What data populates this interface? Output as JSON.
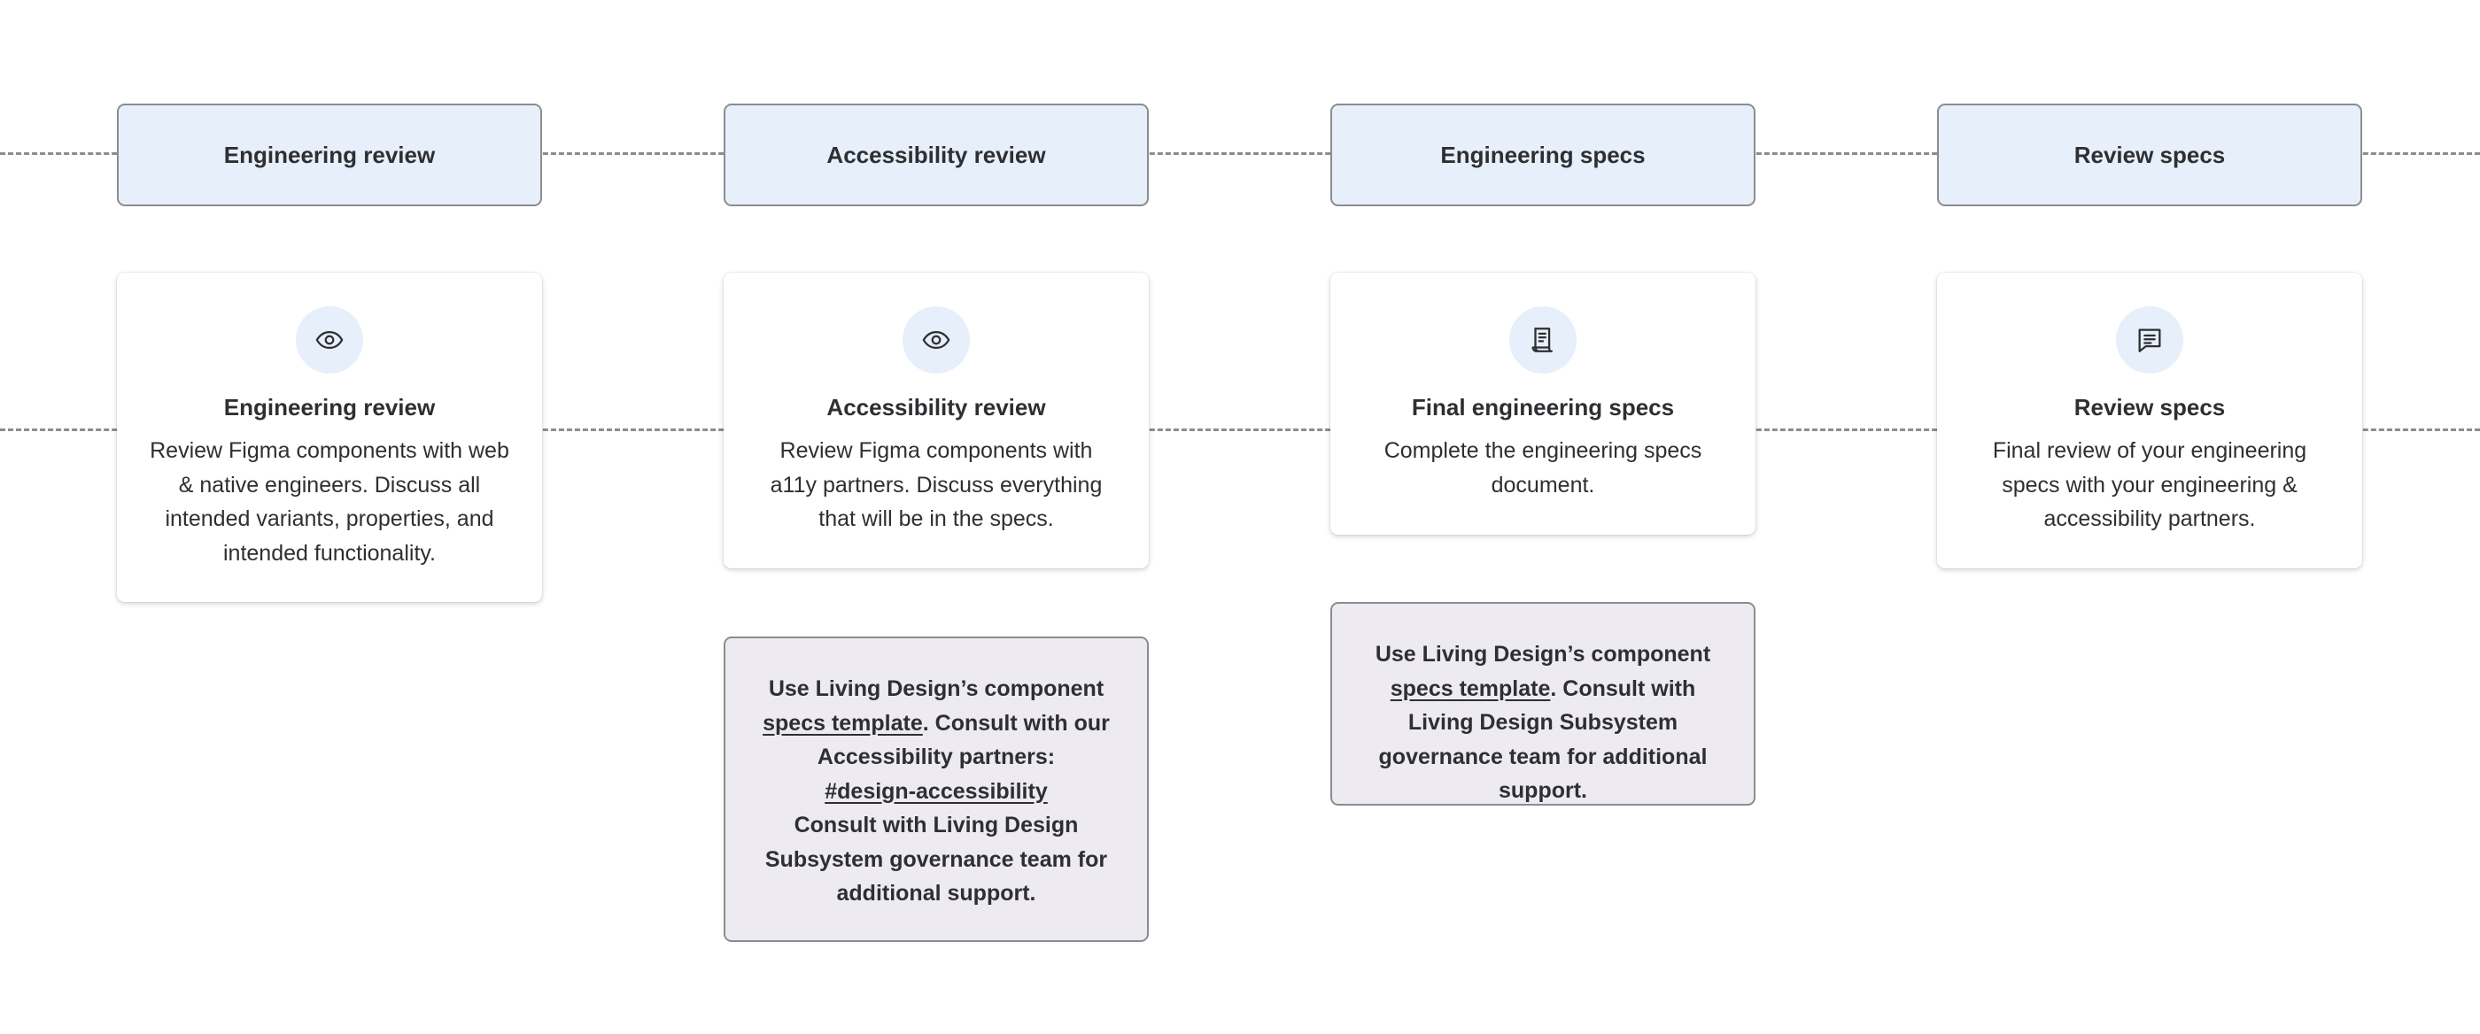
{
  "phases": [
    {
      "header": "Engineering review",
      "icon": "eye-icon",
      "title": "Engineering review",
      "body": "Review Figma components with web & native engineers. Discuss all intended variants, properties, and intended functionality."
    },
    {
      "header": "Accessibility review",
      "icon": "eye-icon",
      "title": "Accessibility review",
      "body": "Review Figma components with a11y partners. Discuss everything that will be in the specs."
    },
    {
      "header": "Engineering specs",
      "icon": "document-icon",
      "title": "Final engineering specs",
      "body": "Complete the engineering specs document."
    },
    {
      "header": "Review specs",
      "icon": "comment-icon",
      "title": "Review specs",
      "body": "Final review of your engineering specs with your engineering & accessibility partners."
    }
  ],
  "notes": {
    "accessibility": {
      "text1": "Use Living Design’s component ",
      "link1": "specs template",
      "text2": ". Consult with our Accessibility partners:",
      "link2": "#design-accessibility",
      "text3": "Consult with Living Design Subsystem governance team for additional support."
    },
    "engineering_specs": {
      "text1": "Use Living Design’s component ",
      "link1": "specs template",
      "text2": ". Consult with Living Design Subsystem governance team for additional support."
    }
  },
  "colors": {
    "phase_fill": "#e6effa",
    "note_fill": "#edebf1",
    "border": "#8b8c90",
    "text": "#2e2f32"
  }
}
